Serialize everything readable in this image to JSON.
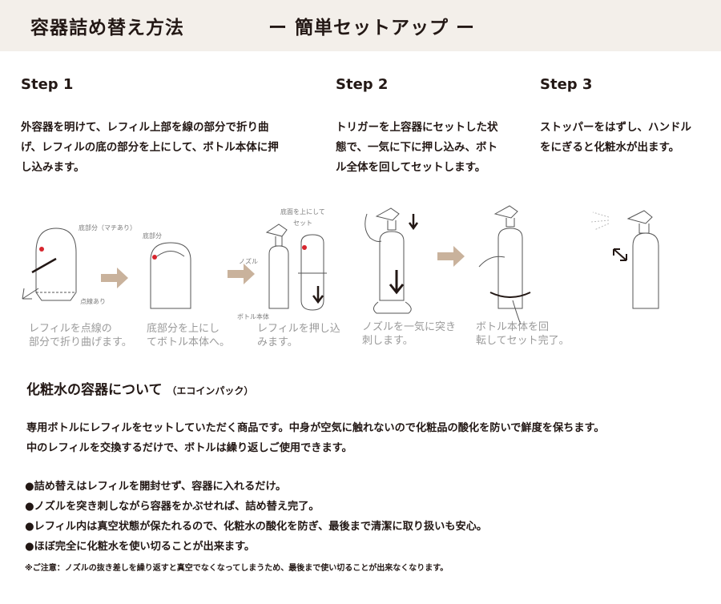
{
  "header": {
    "title": "容器詰め替え方法",
    "subtitle": "ー 簡単セットアップ ー"
  },
  "steps": [
    {
      "label": "Step 1",
      "lines": [
        "外容器を明けて、レフィル上部を線の部分で折り曲",
        "げ、レフィルの底の部分を上にして、ボトル本体に押",
        "し込みます。"
      ]
    },
    {
      "label": "Step 2",
      "lines": [
        "トリガーを上容器にセットした状",
        "態で、一気に下に押し込み、ボト",
        "ル全体を回してセットします。"
      ]
    },
    {
      "label": "Step 3",
      "lines": [
        "ストッパーをはずし、ハンドル",
        "をにぎると化粧水が出ます。"
      ]
    }
  ],
  "illustration": {
    "labels": {
      "bottom_gusset": "底部分（マチあり）",
      "dotted_line": "点線あり",
      "bottom": "底部分",
      "bottom_up": "底面を上にして",
      "set": "セット",
      "nozzle": "ノズル",
      "bottle_body": "ボトル本体"
    },
    "captions": [
      [
        "レフィルを点線の",
        "部分で折り曲げます。"
      ],
      [
        "底部分を上にし",
        "てボトル本体へ。"
      ],
      [
        "レフィルを押し込",
        "みます。"
      ],
      [
        "ノズルを一気に突き",
        "刺します。"
      ],
      [
        "ボトル本体を回",
        "転してセット完了。"
      ]
    ],
    "colors": {
      "arrow": "#c9b29c",
      "accent_dot": "#d7262e",
      "line": "#555555"
    }
  },
  "section": {
    "title": "化粧水の容器について",
    "title_suffix": "（エコインパック）",
    "paragraph": [
      "専用ボトルにレフィルをセットしていただく商品です。中身が空気に触れないので化粧品の酸化を防いで鮮度を保ちます。",
      "中のレフィルを交換するだけで、ボトルは繰り返しご使用できます。"
    ],
    "bullets": [
      "●詰め替えはレフィルを開封せず、容器に入れるだけ。",
      "●ノズルを突き刺しながら容器をかぶせれば、詰め替え完了。",
      "●レフィル内は真空状態が保たれるので、化粧水の酸化を防ぎ、最後まで清潔に取り扱いも安心。",
      "●ほぼ完全に化粧水を使い切ることが出来ます。"
    ],
    "note": "※ご注意：ノズルの抜き差しを繰り返すと真空でなくなってしまうため、最後まで使い切ることが出来なくなります。"
  }
}
